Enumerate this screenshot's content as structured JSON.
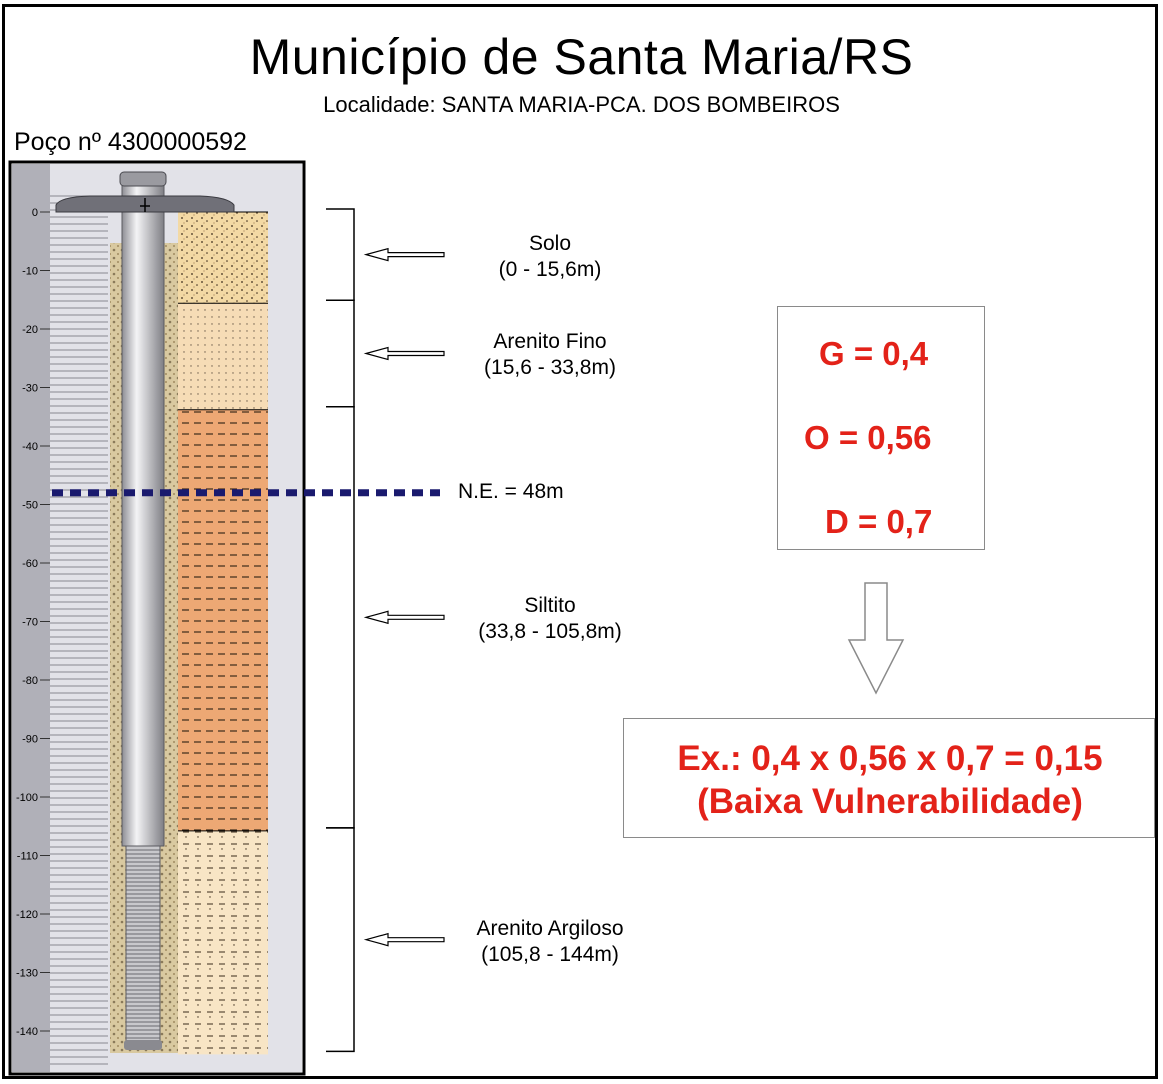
{
  "header": {
    "title": "Município de Santa Maria/RS",
    "subtitle": "Localidade: SANTA MARIA-PCA. DOS BOMBEIROS"
  },
  "well": {
    "label": "Poço nº 4300000592",
    "depth_ticks": [
      "0",
      "-10",
      "-20",
      "-30",
      "-40",
      "-50",
      "-60",
      "-70",
      "-80",
      "-90",
      "-100",
      "-110",
      "-120",
      "-130",
      "-140"
    ],
    "water_level_label": "N.E. = 48m",
    "water_level_depth_m": 48,
    "total_depth_m": 144
  },
  "layers": [
    {
      "name": "Solo",
      "range": "(0 - 15,6m)",
      "top_m": 0,
      "bottom_m": 15.6,
      "color": "#f3d9a4"
    },
    {
      "name": "Arenito Fino",
      "range": "(15,6 - 33,8m)",
      "top_m": 15.6,
      "bottom_m": 33.8,
      "color": "#f6dcb6"
    },
    {
      "name": "Siltito",
      "range": "(33,8 - 105,8m)",
      "top_m": 33.8,
      "bottom_m": 105.8,
      "color": "#eda874"
    },
    {
      "name": "Arenito Argiloso",
      "range": "(105,8 - 144m)",
      "top_m": 105.8,
      "bottom_m": 144,
      "color": "#f8e5c5"
    }
  ],
  "god_index": {
    "g": "G = 0,4",
    "o": "O = 0,56",
    "d": "D = 0,7",
    "example": "Ex.: 0,4 x 0,56 x 0,7 = 0,15",
    "classification": "(Baixa Vulnerabilidade)",
    "accent_color": "#e32219"
  },
  "colors": {
    "water_level_line": "#1a1a6e",
    "panel_background": "#e2e2e8",
    "casing": "#c8c8cc"
  }
}
